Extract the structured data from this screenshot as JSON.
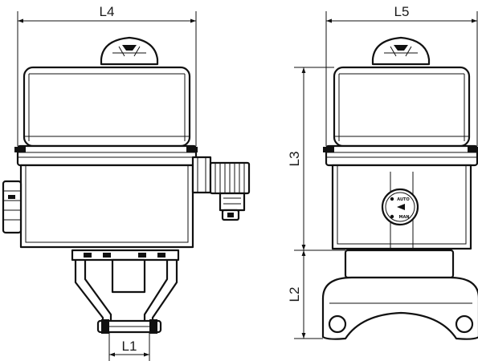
{
  "dimensions": {
    "l1": "L1",
    "l2": "L2",
    "l3": "L3",
    "l4": "L4",
    "l5": "L5"
  },
  "selector": {
    "upper_label": "AUTO",
    "lower_label": "MAN"
  }
}
